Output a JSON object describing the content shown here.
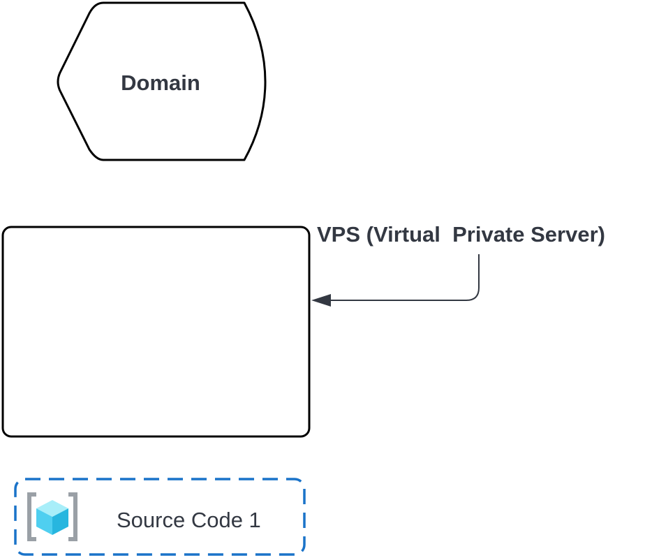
{
  "diagram": {
    "domain_node": {
      "label": "Domain"
    },
    "vps_node": {
      "label": "VPS (Virtual  Private Server)"
    },
    "source_node": {
      "label": "Source Code 1",
      "icon": "container-cube-icon"
    }
  },
  "colors": {
    "stroke": "#000000",
    "text": "#333842",
    "arrow": "#333842",
    "dashed_border": "#1a73c9",
    "cube_light": "#8fe6f5",
    "cube_mid": "#4fcff0",
    "cube_dark": "#27b6df",
    "bracket": "#9aa0a6"
  }
}
